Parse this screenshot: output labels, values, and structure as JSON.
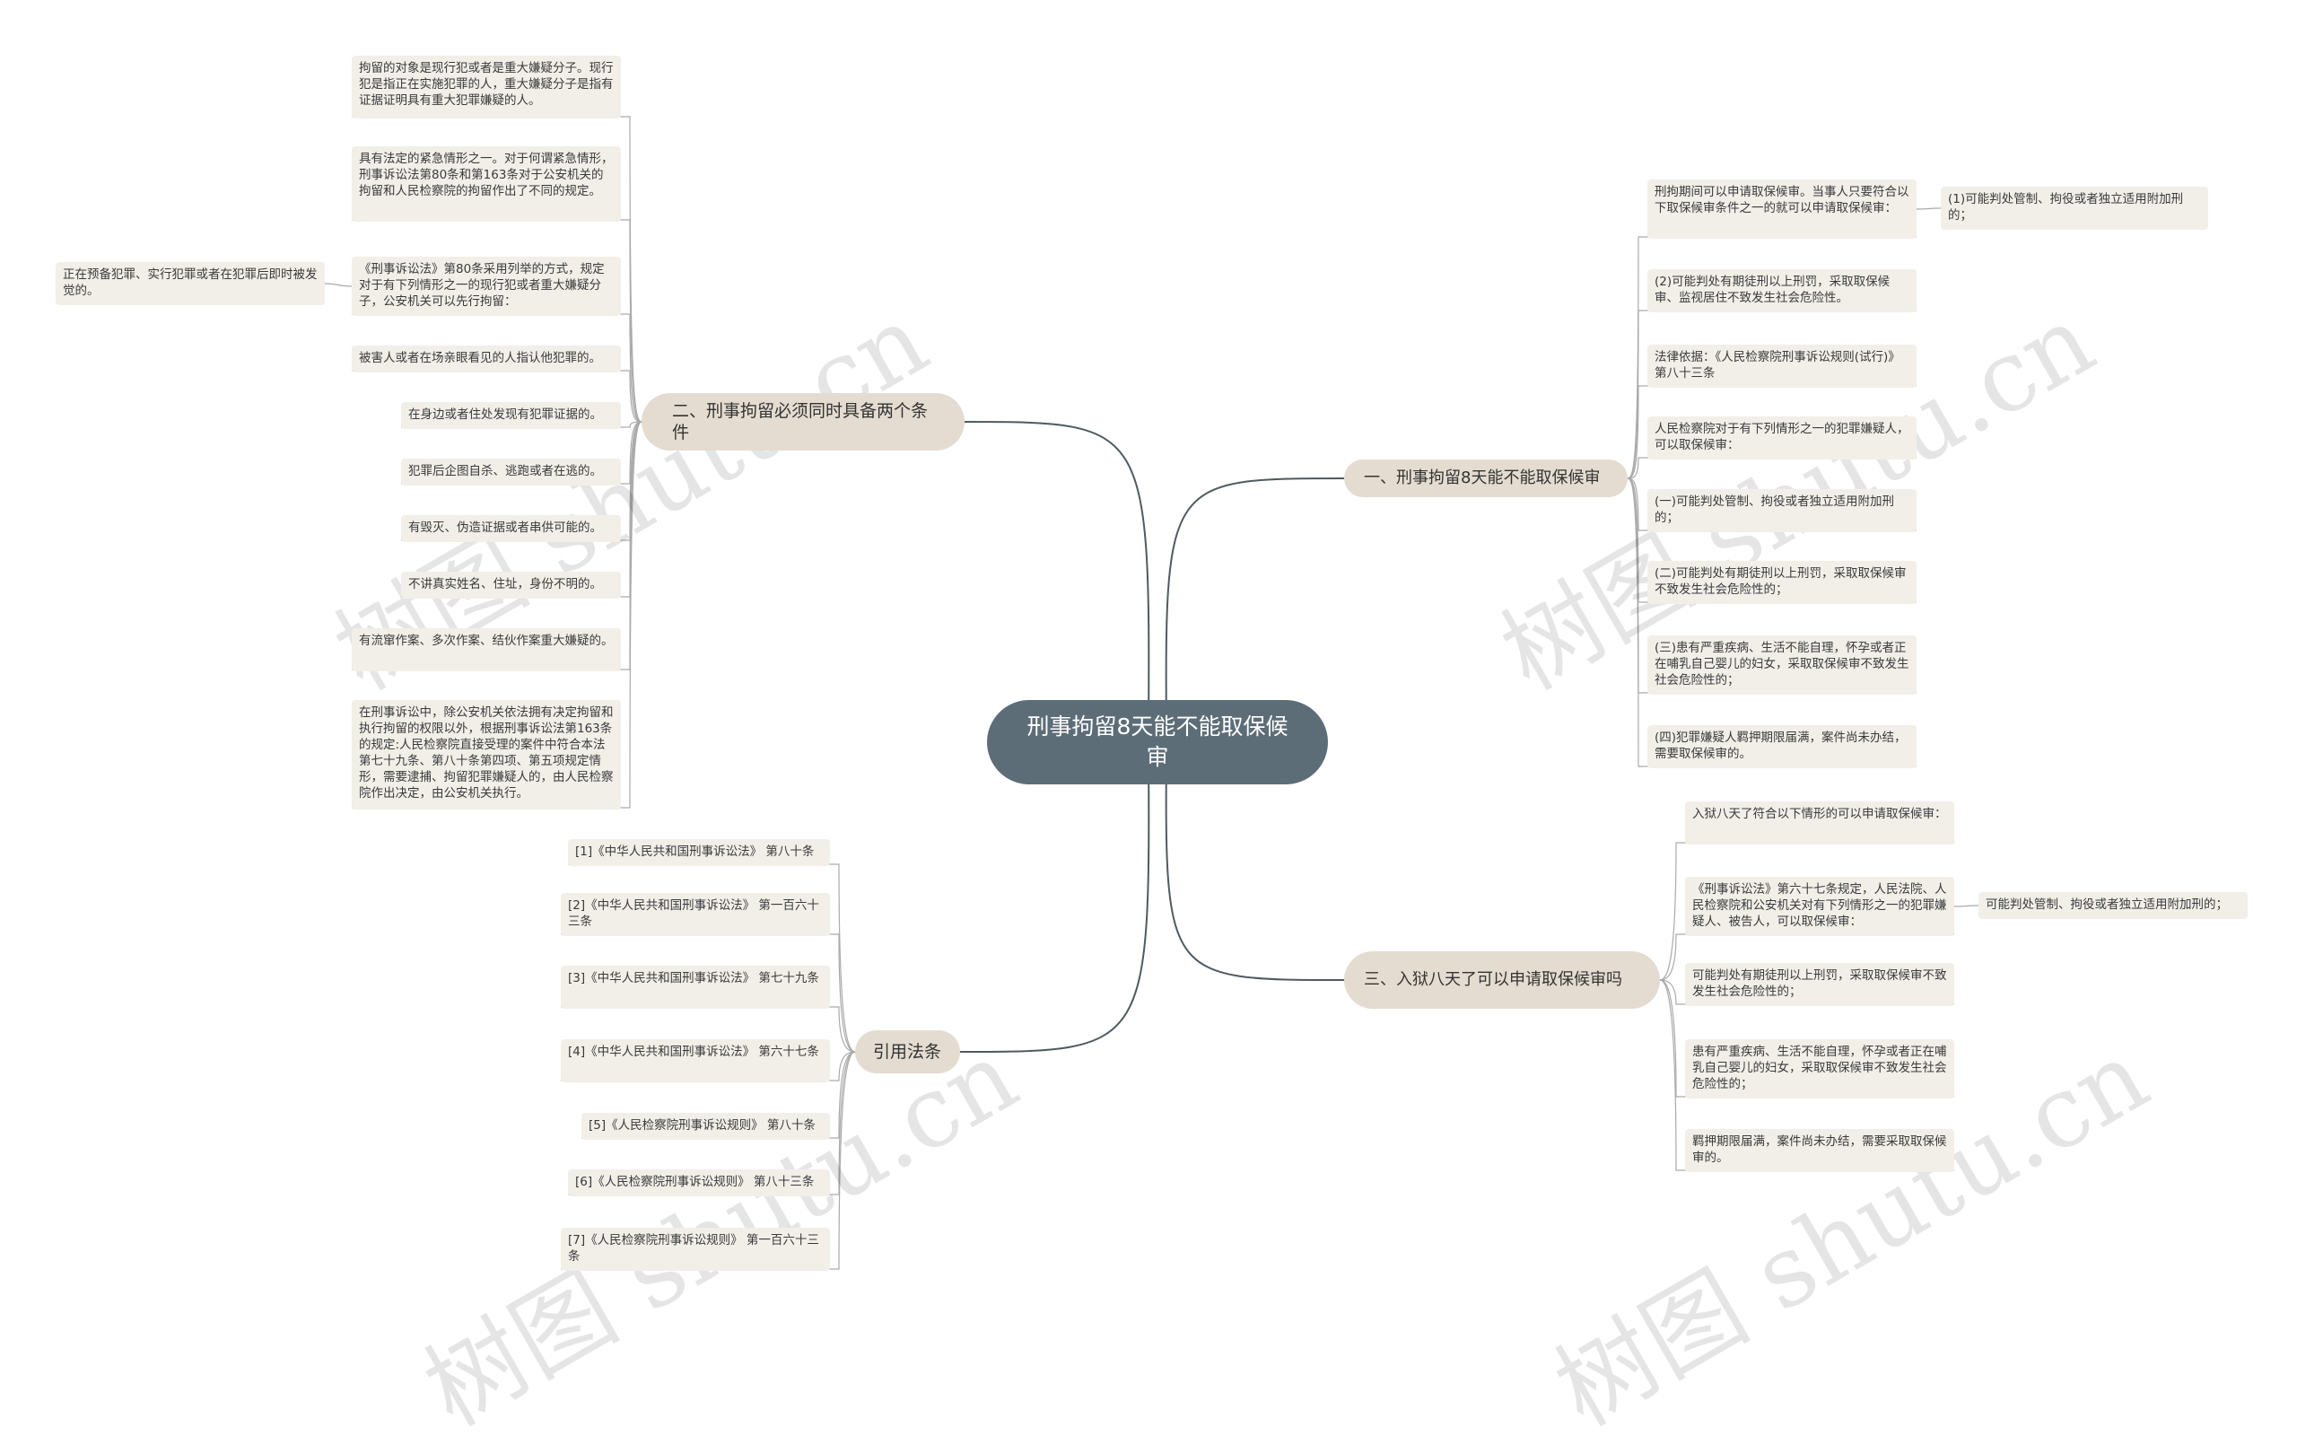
{
  "root": {
    "label": "刑事拘留8天能不能取保候审"
  },
  "branches": [
    {
      "label": "二、刑事拘留必须同时具备两个条件",
      "leaves": [
        {
          "text": "拘留的对象是现行犯或者是重大嫌疑分子。现行犯是指正在实施犯罪的人，重大嫌疑分子是指有证据证明具有重大犯罪嫌疑的人。"
        },
        {
          "text": "具有法定的紧急情形之一。对于何谓紧急情形，刑事诉讼法第80条和第163条对于公安机关的拘留和人民检察院的拘留作出了不同的规定。"
        },
        {
          "text": "《刑事诉讼法》第80条采用列举的方式，规定对于有下列情形之一的现行犯或者重大嫌疑分子，公安机关可以先行拘留：",
          "children": [
            {
              "text": "正在预备犯罪、实行犯罪或者在犯罪后即时被发觉的。"
            }
          ]
        },
        {
          "text": "被害人或者在场亲眼看见的人指认他犯罪的。"
        },
        {
          "text": "在身边或者住处发现有犯罪证据的。"
        },
        {
          "text": "犯罪后企图自杀、逃跑或者在逃的。"
        },
        {
          "text": "有毁灭、伪造证据或者串供可能的。"
        },
        {
          "text": "不讲真实姓名、住址，身份不明的。"
        },
        {
          "text": "有流窜作案、多次作案、结伙作案重大嫌疑的。"
        },
        {
          "text": "在刑事诉讼中，除公安机关依法拥有决定拘留和执行拘留的权限以外，根据刑事诉讼法第163条的规定:人民检察院直接受理的案件中符合本法第七十九条、第八十条第四项、第五项规定情形，需要逮捕、拘留犯罪嫌疑人的，由人民检察院作出决定，由公安机关执行。"
        }
      ]
    },
    {
      "label": "引用法条",
      "leaves": [
        {
          "text": "[1]《中华人民共和国刑事诉讼法》 第八十条"
        },
        {
          "text": "[2]《中华人民共和国刑事诉讼法》 第一百六十三条"
        },
        {
          "text": "[3]《中华人民共和国刑事诉讼法》 第七十九条"
        },
        {
          "text": "[4]《中华人民共和国刑事诉讼法》 第六十七条"
        },
        {
          "text": "[5]《人民检察院刑事诉讼规则》 第八十条"
        },
        {
          "text": "[6]《人民检察院刑事诉讼规则》 第八十三条"
        },
        {
          "text": "[7]《人民检察院刑事诉讼规则》 第一百六十三条"
        }
      ]
    },
    {
      "label": "一、刑事拘留8天能不能取保候审",
      "leaves": [
        {
          "text": "刑拘期间可以申请取保候审。当事人只要符合以下取保候审条件之一的就可以申请取保候审：",
          "children": [
            {
              "text": "(1)可能判处管制、拘役或者独立适用附加刑的；"
            }
          ]
        },
        {
          "text": "(2)可能判处有期徒刑以上刑罚，采取取保候审、监视居住不致发生社会危险性。"
        },
        {
          "text": "法律依据：《人民检察院刑事诉讼规则(试行)》 第八十三条"
        },
        {
          "text": "人民检察院对于有下列情形之一的犯罪嫌疑人，可以取保候审："
        },
        {
          "text": "(一)可能判处管制、拘役或者独立适用附加刑的；"
        },
        {
          "text": "(二)可能判处有期徒刑以上刑罚，采取取保候审不致发生社会危险性的；"
        },
        {
          "text": "(三)患有严重疾病、生活不能自理，怀孕或者正在哺乳自己婴儿的妇女，采取取保候审不致发生社会危险性的；"
        },
        {
          "text": "(四)犯罪嫌疑人羁押期限届满，案件尚未办结，需要取保候审的。"
        }
      ]
    },
    {
      "label": "三、入狱八天了可以申请取保候审吗",
      "leaves": [
        {
          "text": "入狱八天了符合以下情形的可以申请取保候审："
        },
        {
          "text": "《刑事诉讼法》第六十七条规定，人民法院、人民检察院和公安机关对有下列情形之一的犯罪嫌疑人、被告人，可以取保候审：",
          "children": [
            {
              "text": "可能判处管制、拘役或者独立适用附加刑的；"
            }
          ]
        },
        {
          "text": "可能判处有期徒刑以上刑罚，采取取保候审不致发生社会危险性的；"
        },
        {
          "text": "患有严重疾病、生活不能自理，怀孕或者正在哺乳自己婴儿的妇女，采取取保候审不致发生社会危险性的；"
        },
        {
          "text": "羁押期限届满，案件尚未办结，需要采取取保候审的。"
        }
      ]
    }
  ],
  "watermark": {
    "text": "树图 shutu.cn"
  },
  "colors": {
    "root_bg": "#5d6d78",
    "branch_bg": "#e4dcd0",
    "leaf_bg": "#f2efe9",
    "line": "#4e5a61",
    "leaf_line": "#aaaaaa"
  }
}
